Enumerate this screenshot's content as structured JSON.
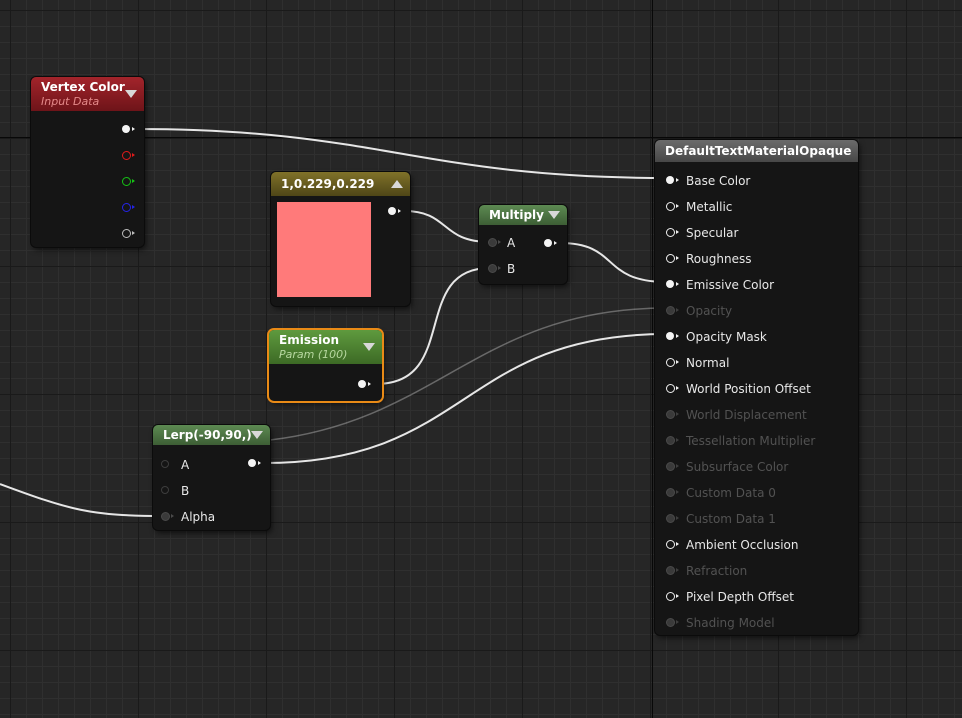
{
  "colors": {
    "canvas": "#262626",
    "wire": "#e6e6e6",
    "selection_outline": "#e98a16",
    "swatch": "#ff7a7a",
    "pin_red": "#e01b1b",
    "pin_green": "#15c215",
    "pin_blue": "#2424e6"
  },
  "nodes": {
    "vertex_color": {
      "title": "Vertex Color",
      "subtitle": "Input Data",
      "outputs": [
        "rgb",
        "r",
        "g",
        "b",
        "a"
      ]
    },
    "constant": {
      "title": "1,0.229,0.229"
    },
    "multiply": {
      "title": "Multiply",
      "inputs": [
        "A",
        "B"
      ]
    },
    "emission": {
      "title": "Emission",
      "subtitle": "Param (100)"
    },
    "lerp": {
      "title": "Lerp(-90,90,)",
      "inputs": [
        "A",
        "B",
        "Alpha"
      ]
    },
    "material": {
      "title": "DefaultTextMaterialOpaque",
      "inputs": [
        {
          "label": "Base Color",
          "state": "connected"
        },
        {
          "label": "Metallic",
          "state": "enabled"
        },
        {
          "label": "Specular",
          "state": "enabled"
        },
        {
          "label": "Roughness",
          "state": "enabled"
        },
        {
          "label": "Emissive Color",
          "state": "connected"
        },
        {
          "label": "Opacity",
          "state": "disabled"
        },
        {
          "label": "Opacity Mask",
          "state": "connected"
        },
        {
          "label": "Normal",
          "state": "enabled"
        },
        {
          "label": "World Position Offset",
          "state": "enabled"
        },
        {
          "label": "World Displacement",
          "state": "disabled"
        },
        {
          "label": "Tessellation Multiplier",
          "state": "disabled"
        },
        {
          "label": "Subsurface Color",
          "state": "disabled"
        },
        {
          "label": "Custom Data 0",
          "state": "disabled"
        },
        {
          "label": "Custom Data 1",
          "state": "disabled"
        },
        {
          "label": "Ambient Occlusion",
          "state": "enabled"
        },
        {
          "label": "Refraction",
          "state": "disabled"
        },
        {
          "label": "Pixel Depth Offset",
          "state": "enabled"
        },
        {
          "label": "Shading Model",
          "state": "disabled"
        }
      ]
    }
  }
}
